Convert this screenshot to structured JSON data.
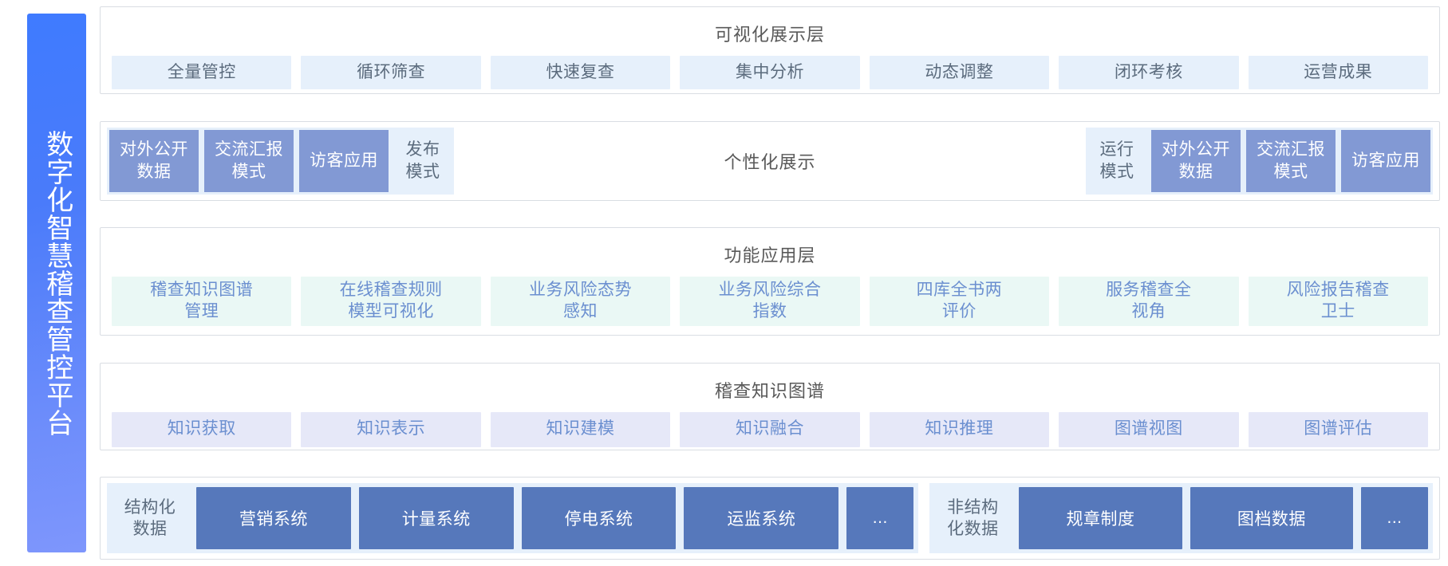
{
  "sidebar": {
    "title": "数字化智慧稽查管控平台"
  },
  "rows": {
    "visualization": {
      "title": "可视化展示层",
      "chips": [
        "全量管控",
        "循环筛查",
        "快速复查",
        "集中分析",
        "动态调整",
        "闭环考核",
        "运营成果"
      ]
    },
    "personalized": {
      "center_label": "个性化展示",
      "left_group": [
        {
          "label": "对外公开\n数据",
          "style": "filled"
        },
        {
          "label": "交流汇报\n模式",
          "style": "filled"
        },
        {
          "label": "访客应用",
          "style": "filled"
        },
        {
          "label": "发布\n模式",
          "style": "plain"
        }
      ],
      "right_group": [
        {
          "label": "运行\n模式",
          "style": "plain"
        },
        {
          "label": "对外公开\n数据",
          "style": "filled"
        },
        {
          "label": "交流汇报\n模式",
          "style": "filled"
        },
        {
          "label": "访客应用",
          "style": "filled"
        }
      ]
    },
    "functional": {
      "title": "功能应用层",
      "chips": [
        "稽查知识图谱\n管理",
        "在线稽查规则\n模型可视化",
        "业务风险态势\n感知",
        "业务风险综合\n指数",
        "四库全书两\n评价",
        "服务稽查全\n视角",
        "风险报告稽查\n卫士"
      ]
    },
    "knowledge_graph": {
      "title": "稽查知识图谱",
      "chips": [
        "知识获取",
        "知识表示",
        "知识建模",
        "知识融合",
        "知识推理",
        "图谱视图",
        "图谱评估"
      ]
    },
    "data_sources": {
      "groups": [
        {
          "label": "结构化\n数据",
          "chips": [
            "营销系统",
            "计量系统",
            "停电系统",
            "运监系统",
            "..."
          ]
        },
        {
          "label": "非结构\n化数据",
          "chips": [
            "规章制度",
            "图档数据",
            "..."
          ]
        }
      ]
    }
  },
  "colors": {
    "sidebar_start": "#3f7bff",
    "sidebar_end": "#7e96fc",
    "chip_light_blue": "#e6f0fb",
    "chip_mint": "#eaf8f5",
    "chip_lavender": "#e6e8f8",
    "chip_blue_filled": "#8299d4",
    "chip_blue_dark": "#5678bb",
    "title_text": "#595959",
    "chip_text_blue": "#6b8fd0",
    "chip_text_gray": "#5b6b7d",
    "panel_border": "#d9dde3"
  }
}
